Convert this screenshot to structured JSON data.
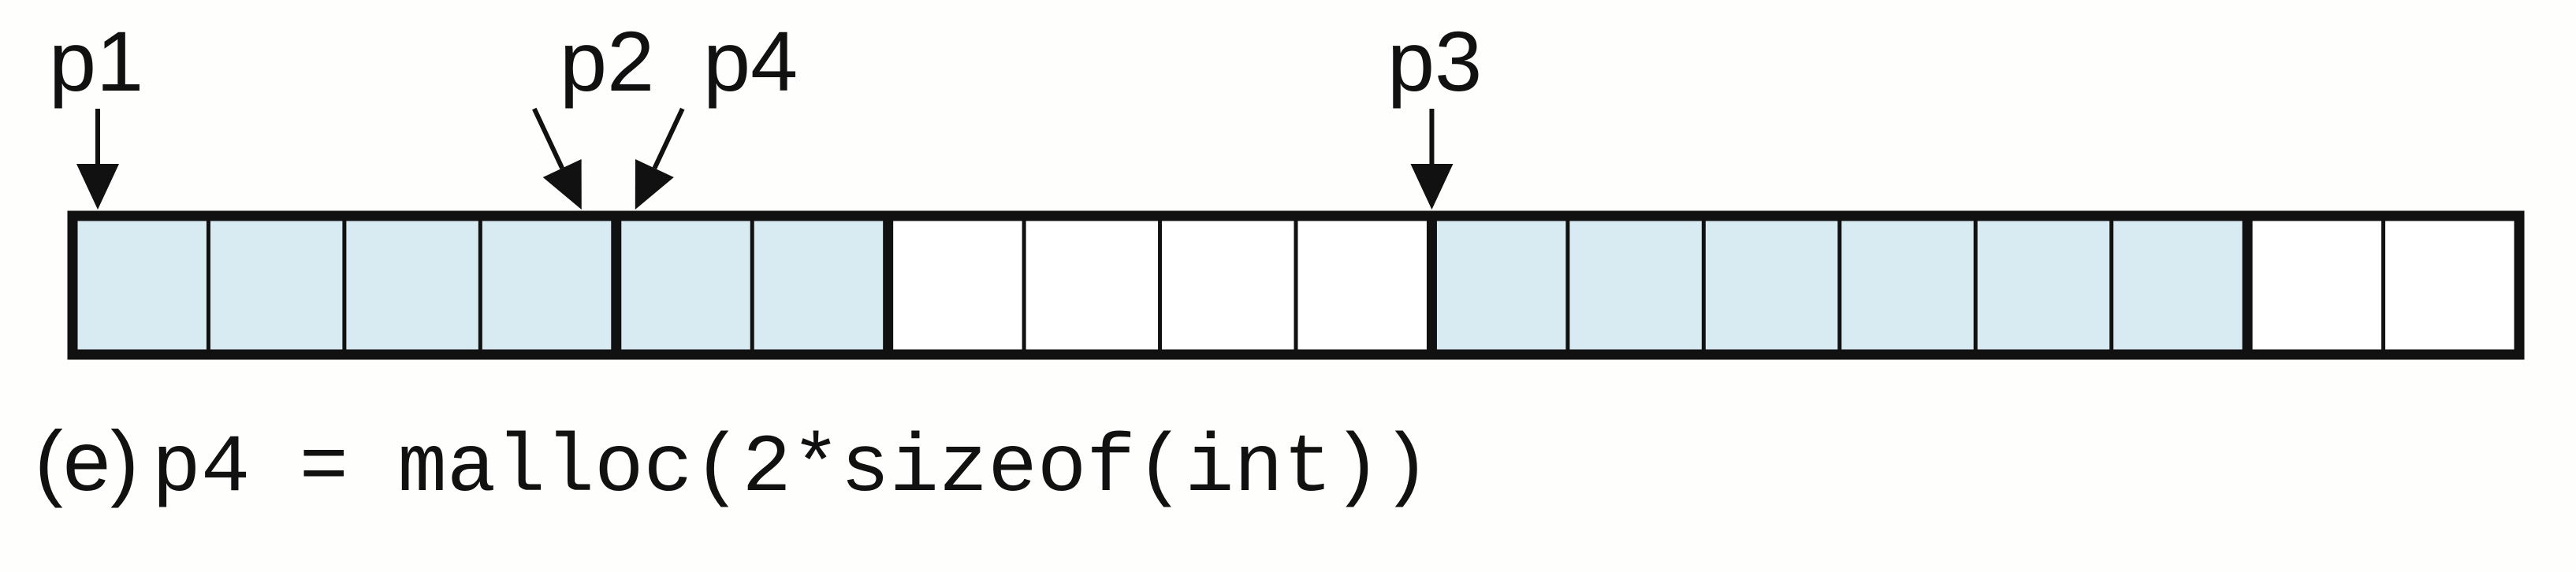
{
  "pointers": [
    {
      "name": "p1",
      "block": 0
    },
    {
      "name": "p2",
      "block": 4
    },
    {
      "name": "p4",
      "block": 4
    },
    {
      "name": "p3",
      "block": 10
    }
  ],
  "blocks": [
    {
      "allocated": true,
      "region_start": true
    },
    {
      "allocated": true,
      "region_start": false
    },
    {
      "allocated": true,
      "region_start": false
    },
    {
      "allocated": true,
      "region_start": false
    },
    {
      "allocated": true,
      "region_start": true
    },
    {
      "allocated": true,
      "region_start": false
    },
    {
      "allocated": false,
      "region_start": true
    },
    {
      "allocated": false,
      "region_start": false
    },
    {
      "allocated": false,
      "region_start": false
    },
    {
      "allocated": false,
      "region_start": false
    },
    {
      "allocated": true,
      "region_start": true
    },
    {
      "allocated": true,
      "region_start": false
    },
    {
      "allocated": true,
      "region_start": false
    },
    {
      "allocated": true,
      "region_start": false
    },
    {
      "allocated": true,
      "region_start": false
    },
    {
      "allocated": true,
      "region_start": false
    },
    {
      "allocated": false,
      "region_start": true
    },
    {
      "allocated": false,
      "region_start": false
    }
  ],
  "colors": {
    "allocated": "#d8ebf2",
    "free": "#ffffff",
    "stroke": "#111111"
  },
  "caption": {
    "tag": "(e)",
    "code": "p4 = malloc(2*sizeof(int))"
  }
}
